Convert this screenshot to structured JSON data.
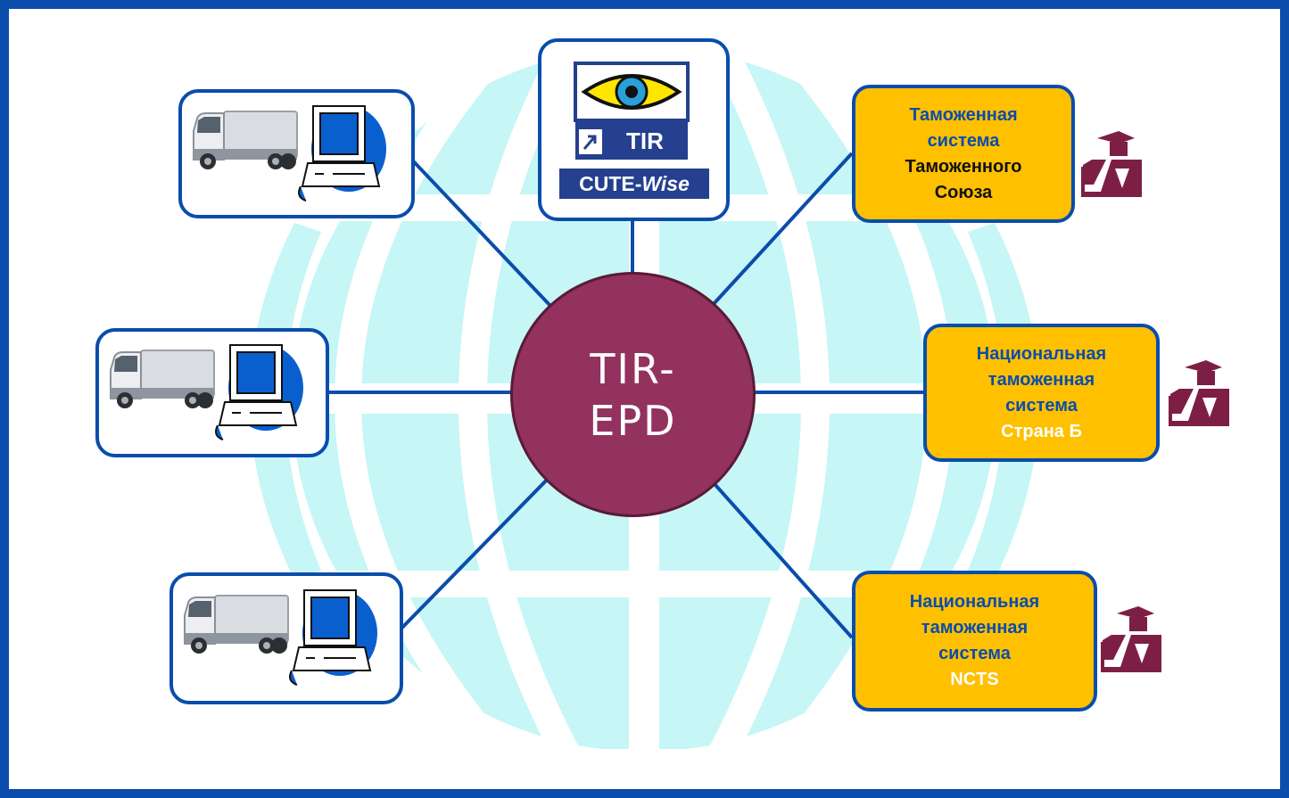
{
  "hub": {
    "line1": "TIR-",
    "line2": "EPD"
  },
  "logo": {
    "tir": "TIR",
    "brand": "CUTE-",
    "brand_italic": "Wise"
  },
  "customs": [
    {
      "lines": [
        {
          "text": "Таможенная",
          "tone": "blue"
        },
        {
          "text": "система",
          "tone": "blue"
        },
        {
          "text": "Таможенного",
          "tone": "black"
        },
        {
          "text": "Союза",
          "tone": "black"
        }
      ]
    },
    {
      "lines": [
        {
          "text": "Национальная",
          "tone": "blue"
        },
        {
          "text": "таможенная",
          "tone": "blue"
        },
        {
          "text": "система",
          "tone": "blue"
        },
        {
          "text": "Страна Б",
          "tone": "white"
        }
      ]
    },
    {
      "lines": [
        {
          "text": "Национальная",
          "tone": "blue"
        },
        {
          "text": "таможенная",
          "tone": "blue"
        },
        {
          "text": "система",
          "tone": "blue"
        },
        {
          "text": "NCTS",
          "tone": "white"
        }
      ]
    }
  ],
  "colors": {
    "frame": "#0a4dab",
    "hub": "#93325f",
    "customs_box": "#ffc000",
    "globe": "#c6f6f6",
    "officer_icon": "#7d1f45"
  },
  "icons": [
    "truck-icon",
    "computer-icon",
    "customs-officer-icon",
    "eye-logo-icon"
  ]
}
